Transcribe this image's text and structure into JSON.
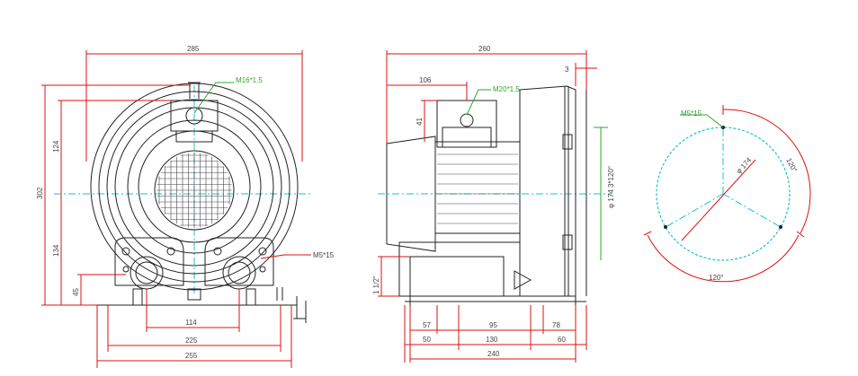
{
  "front_view": {
    "dims": {
      "overall_width": "285",
      "base_width_inner": "225",
      "base_width_outer": "255",
      "flange_spacing": "114",
      "overall_height": "302",
      "upper_height": "124",
      "lower_height": "134",
      "base_height": "45"
    },
    "notes": {
      "outlet_thread": "M16*1.5",
      "foot_hole": "M5*15"
    }
  },
  "side_view": {
    "dims": {
      "overall_length": "260",
      "box_offset": "106",
      "flange_gap": "3",
      "box_height": "41",
      "port_spec": "1 1/2\"",
      "shaft_dia": "φ 174  3*120°",
      "b_57": "57",
      "b_95": "95",
      "b_78": "78",
      "b_50": "50",
      "b_130": "130",
      "b_60": "60",
      "b_240": "240"
    },
    "notes": {
      "terminal_thread": "M20*1.5"
    }
  },
  "flange_view": {
    "hole_note": "M5*15",
    "angle_top": "120°",
    "angle_bottom": "120°",
    "diameter": "φ 174"
  },
  "colors": {
    "dimension": "#d11111",
    "centerline": "#12c4d4",
    "callout": "#2fa52f",
    "outline": "#222222"
  }
}
